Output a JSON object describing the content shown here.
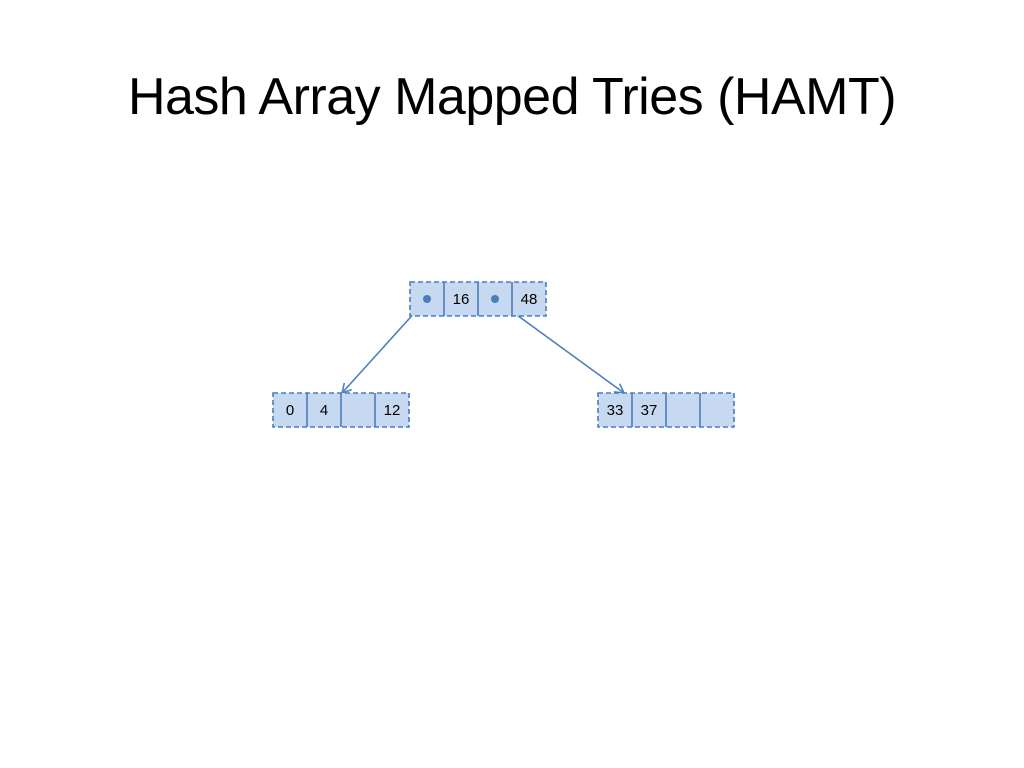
{
  "slide": {
    "title": "Hash Array Mapped Tries (HAMT)"
  },
  "colors": {
    "cell_fill": "#c6d9f1",
    "cell_border": "#4a7ebb",
    "edge": "#4f81bd"
  },
  "diagram": {
    "root": {
      "cells": [
        {
          "type": "pointer",
          "label": ""
        },
        {
          "type": "value",
          "label": "16"
        },
        {
          "type": "pointer",
          "label": ""
        },
        {
          "type": "value",
          "label": "48"
        }
      ]
    },
    "left_child": {
      "cells": [
        {
          "type": "value",
          "label": "0"
        },
        {
          "type": "value",
          "label": "4"
        },
        {
          "type": "empty",
          "label": ""
        },
        {
          "type": "value",
          "label": "12"
        }
      ]
    },
    "right_child": {
      "cells": [
        {
          "type": "value",
          "label": "33"
        },
        {
          "type": "value",
          "label": "37"
        },
        {
          "type": "empty",
          "label": ""
        },
        {
          "type": "empty",
          "label": ""
        }
      ]
    },
    "edges": [
      {
        "from": "root.cells.0",
        "to": "left_child"
      },
      {
        "from": "root.cells.2",
        "to": "right_child"
      }
    ]
  }
}
